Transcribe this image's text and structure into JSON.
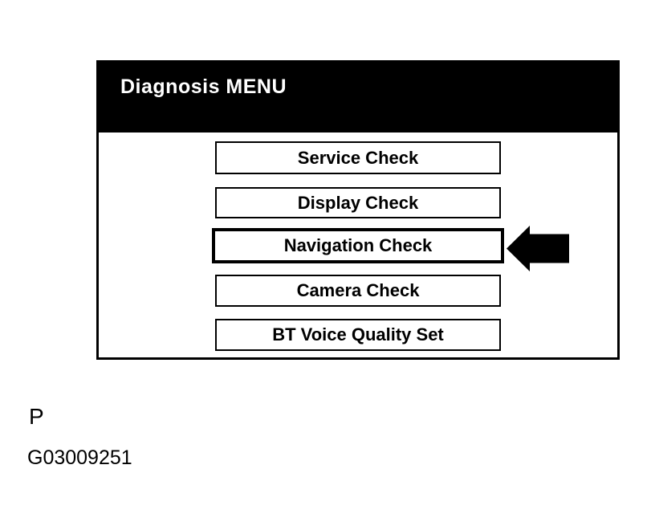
{
  "panel": {
    "title": "Diagnosis MENU",
    "menu_items": [
      {
        "label": "Service Check",
        "selected": false
      },
      {
        "label": "Display Check",
        "selected": false
      },
      {
        "label": "Navigation Check",
        "selected": true
      },
      {
        "label": "Camera Check",
        "selected": false
      },
      {
        "label": "BT Voice Quality Set",
        "selected": false
      }
    ]
  },
  "annotations": {
    "selection_arrow": "left-arrow-icon pointing at Navigation Check"
  },
  "caption": {
    "page_label": "P",
    "figure_id": "G03009251"
  },
  "colors": {
    "background": "#ffffff",
    "panel_border": "#000000",
    "header_background": "#000000",
    "header_text": "#ffffff",
    "button_background": "#ffffff",
    "button_border": "#000000",
    "button_text": "#000000",
    "arrow": "#000000"
  }
}
